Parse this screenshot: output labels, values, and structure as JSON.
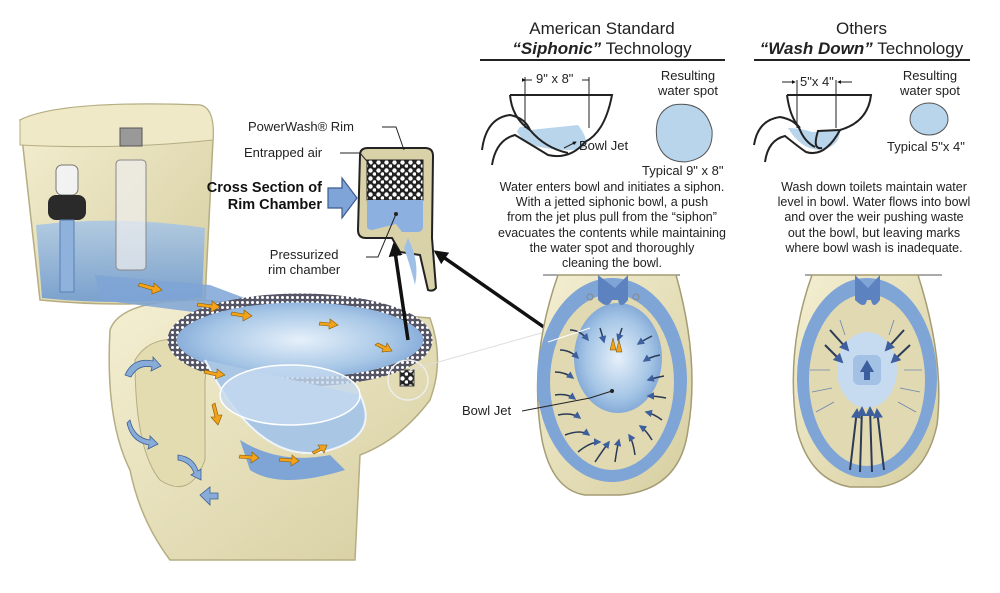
{
  "left_panel": {
    "title_line1": "American Standard",
    "title_emphasis": "“Siphonic”",
    "title_suffix": " Technology",
    "dimension_label": "9\" x 8\"",
    "bowl_jet_label": "Bowl Jet",
    "water_spot_label_line1": "Resulting",
    "water_spot_label_line2": "water spot",
    "typical_label": "Typical 9\" x 8\"",
    "description": [
      "Water enters bowl and initiates a siphon.",
      "With a jetted siphonic bowl, a push",
      "from the jet plus pull from the “siphon”",
      "evacuates the contents while maintaining",
      "the water spot and thoroughly",
      "cleaning the bowl."
    ]
  },
  "right_panel": {
    "title_line1": "Others",
    "title_emphasis": "“Wash Down”",
    "title_suffix": " Technology",
    "dimension_label": "5\"x 4\"",
    "water_spot_label_line1": "Resulting",
    "water_spot_label_line2": "water spot",
    "typical_label": "Typical 5\"x 4\"",
    "description": [
      "Wash down toilets maintain water",
      "level in bowl. Water flows into bowl",
      "and over the weir pushing waste",
      "out the bowl, but leaving marks",
      "where bowl wash is inadequate."
    ]
  },
  "rim_callout": {
    "powerwash_label": "PowerWash® Rim",
    "entrapped_air_label": "Entrapped air",
    "cross_section_line1": "Cross Section of",
    "cross_section_line2": "Rim Chamber",
    "pressurized_line1": "Pressurized",
    "pressurized_line2": "rim chamber"
  },
  "top_view": {
    "bowl_jet_label": "Bowl Jet"
  },
  "colors": {
    "water_blue": "#b9d5ec",
    "deep_blue": "#4f76b4",
    "porcelain": "#e9e3bf",
    "porcelain_edge": "#a9a27c",
    "flow_arrow": "#f2a31b",
    "outline": "#222222"
  }
}
